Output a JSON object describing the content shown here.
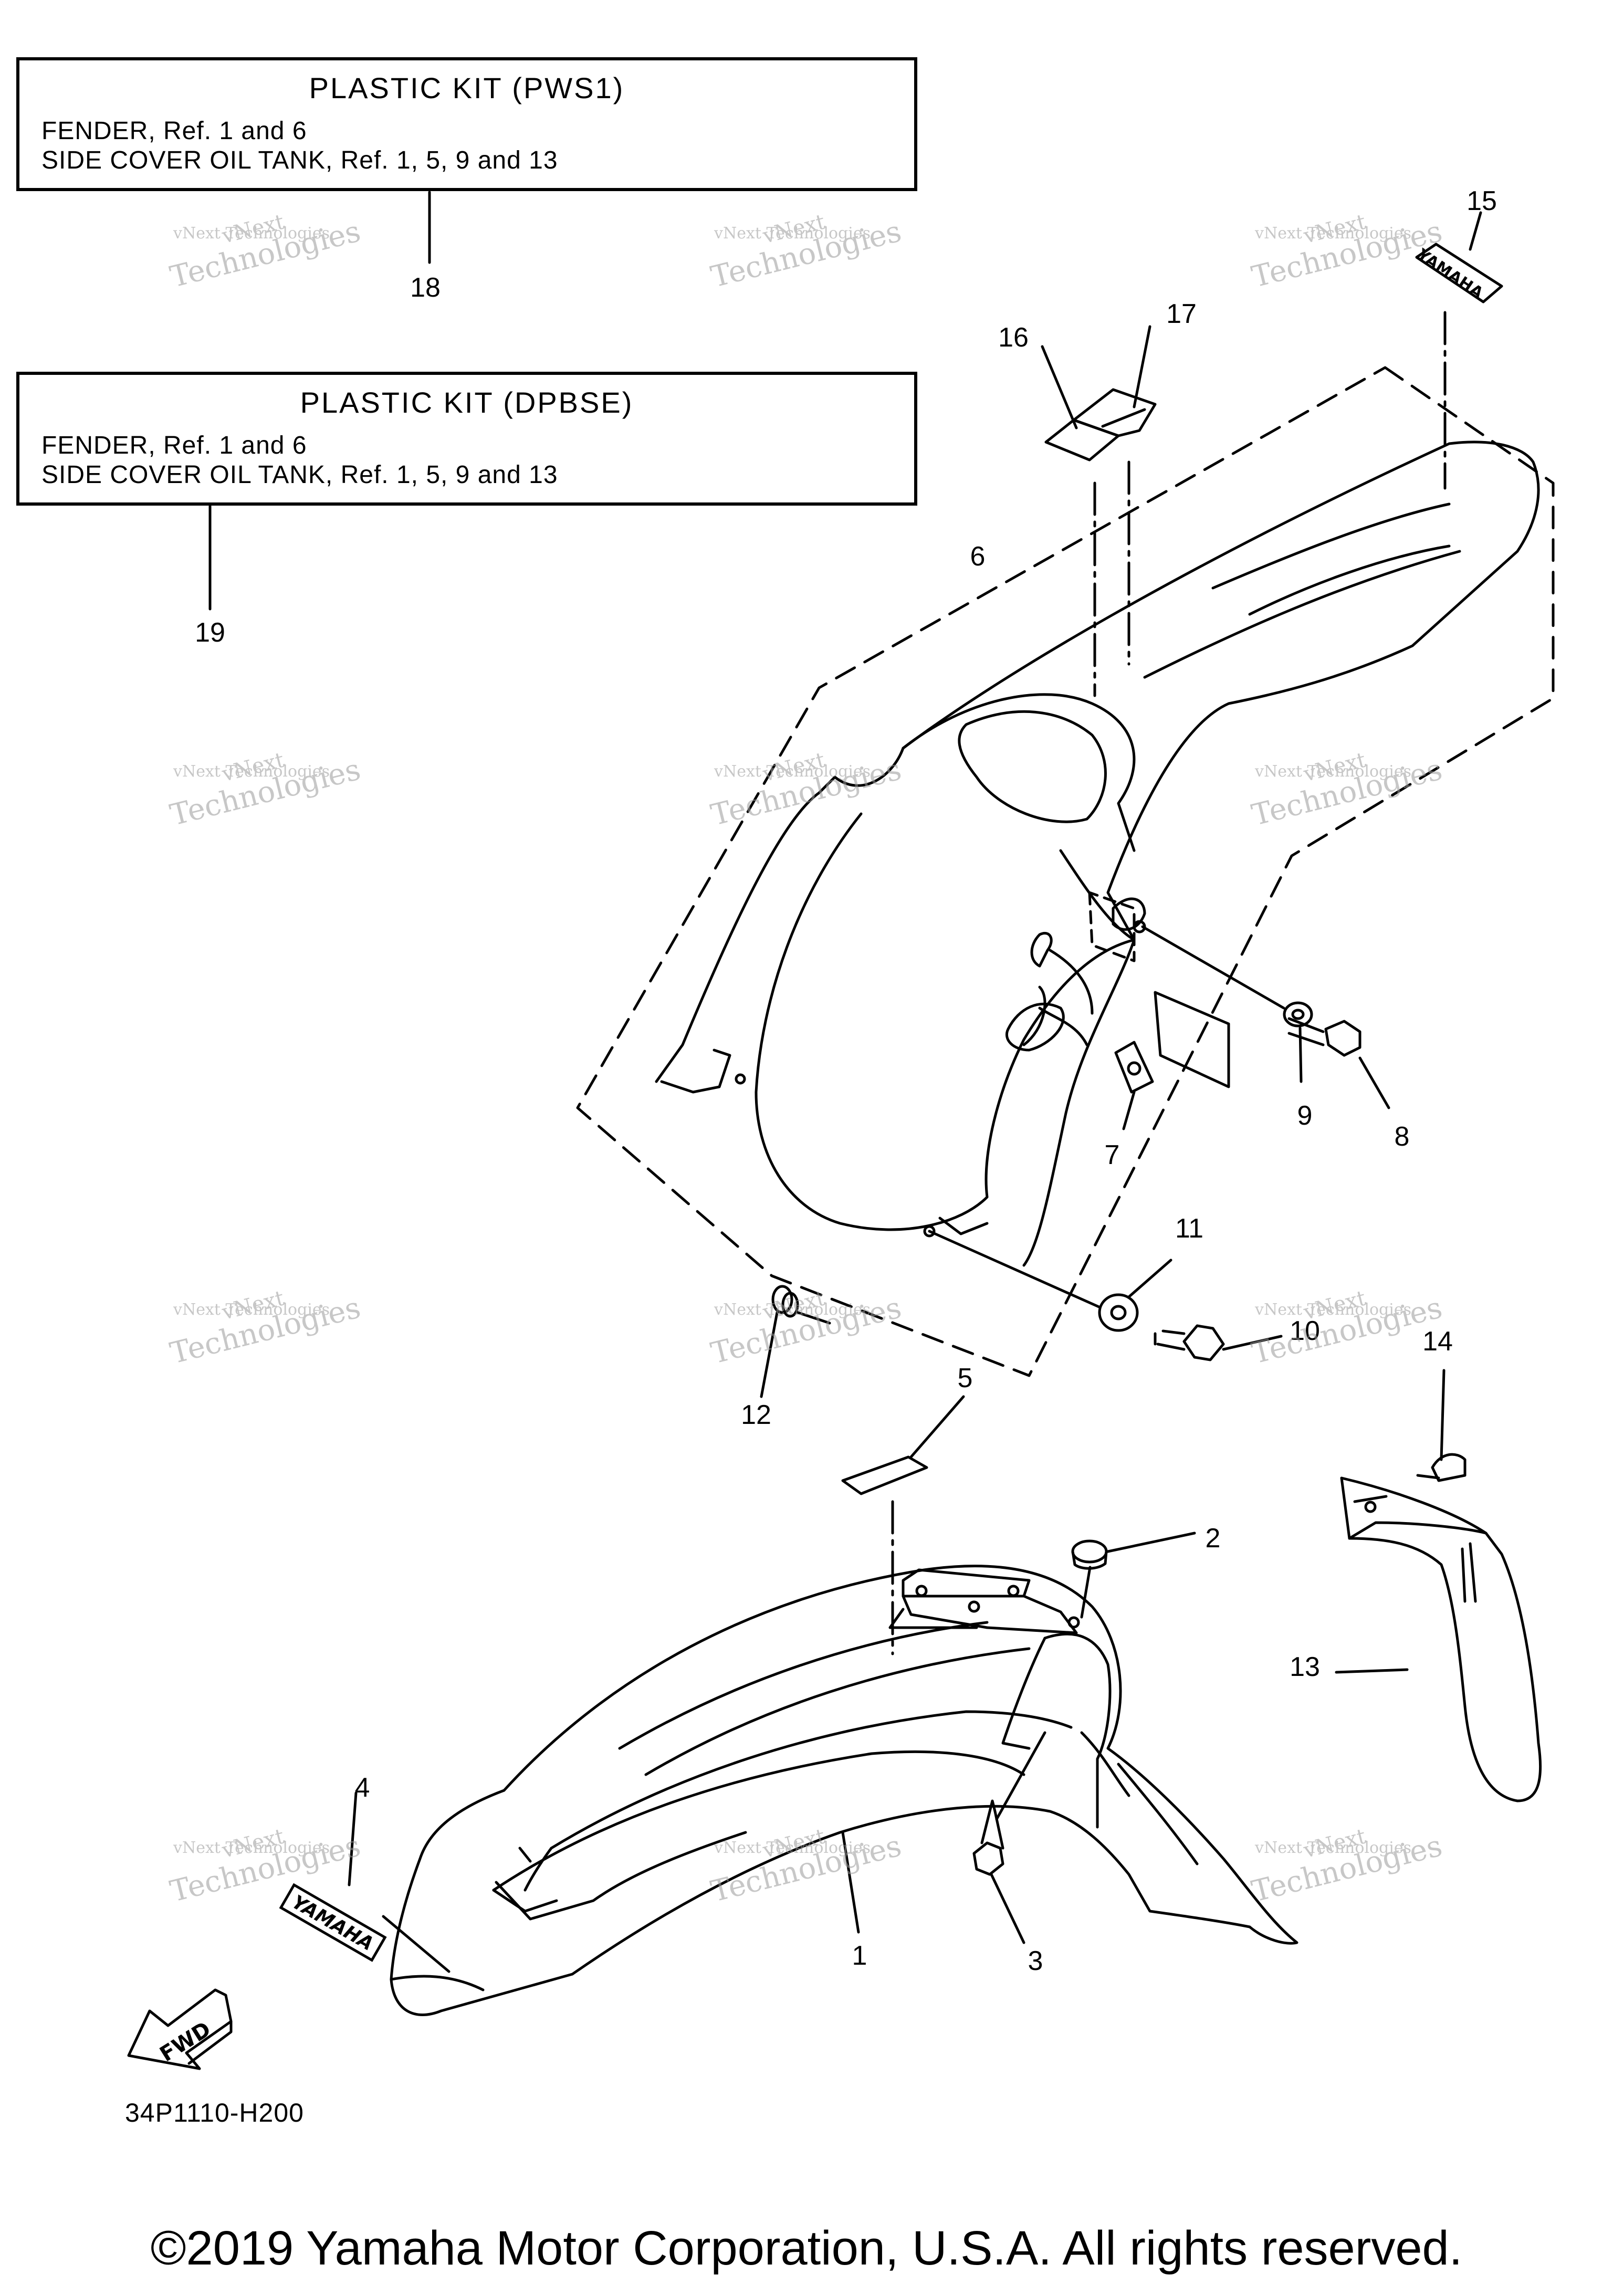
{
  "kits": [
    {
      "title": "PLASTIC KIT  (PWS1)",
      "lines": [
        "FENDER, Ref. 1 and 6",
        "SIDE COVER OIL TANK, Ref. 1, 5, 9 and 13"
      ],
      "ref": "18"
    },
    {
      "title": "PLASTIC KIT (DPBSE)",
      "lines": [
        "FENDER, Ref. 1 and 6",
        "SIDE COVER OIL TANK, Ref. 1, 5, 9 and 13"
      ],
      "ref": "19"
    }
  ],
  "callouts": {
    "c1": "1",
    "c2": "2",
    "c3": "3",
    "c4": "4",
    "c5": "5",
    "c6": "6",
    "c7": "7",
    "c8": "8",
    "c9": "9",
    "c10": "10",
    "c11": "11",
    "c12": "12",
    "c13": "13",
    "c14": "14",
    "c15": "15",
    "c16": "16",
    "c17": "17"
  },
  "decals": {
    "brand": "YAMAHA"
  },
  "direction_label": "FWD",
  "watermark": {
    "line1": "vNext",
    "line2": "vNext Technologies",
    "line3": "Technologies"
  },
  "ref_code": "34P1110-H200",
  "copyright": "©2019 Yamaha Motor Corporation, U.S.A. All rights reserved."
}
